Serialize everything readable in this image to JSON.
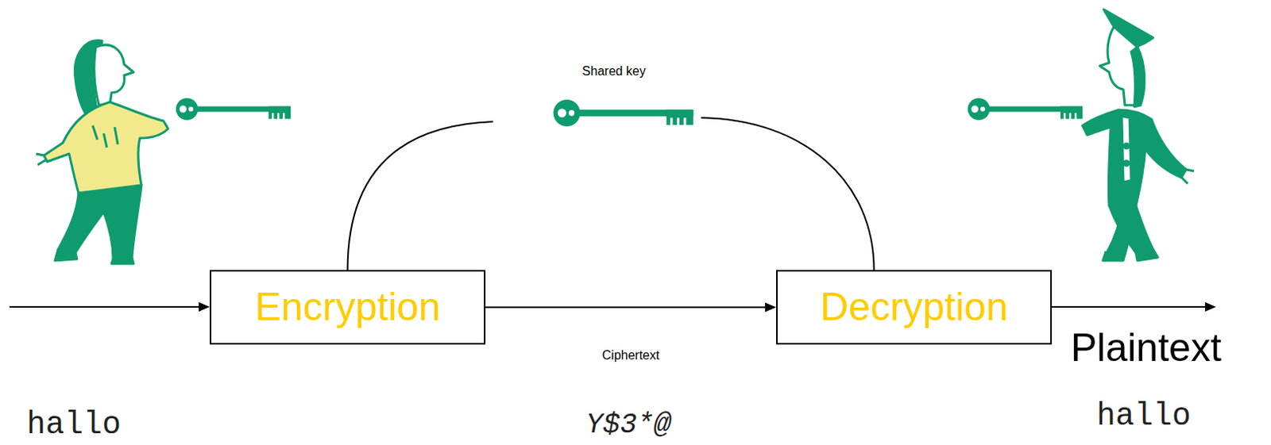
{
  "diagram": {
    "nodes": [
      {
        "text": [
          "Encryption"
        ]
      },
      {
        "text": [
          "Decryption"
        ]
      }
    ],
    "edges": [
      {
        "from": 0,
        "to": 1,
        "arrow": "none",
        "label": "Shared key"
      },
      {
        "from": 0,
        "to": 1,
        "arrow": "to",
        "label": "Ciphertext"
      }
    ],
    "labels": [
      "hallo",
      "Y$3*@",
      "Plaintext",
      "hallo"
    ]
  }
}
